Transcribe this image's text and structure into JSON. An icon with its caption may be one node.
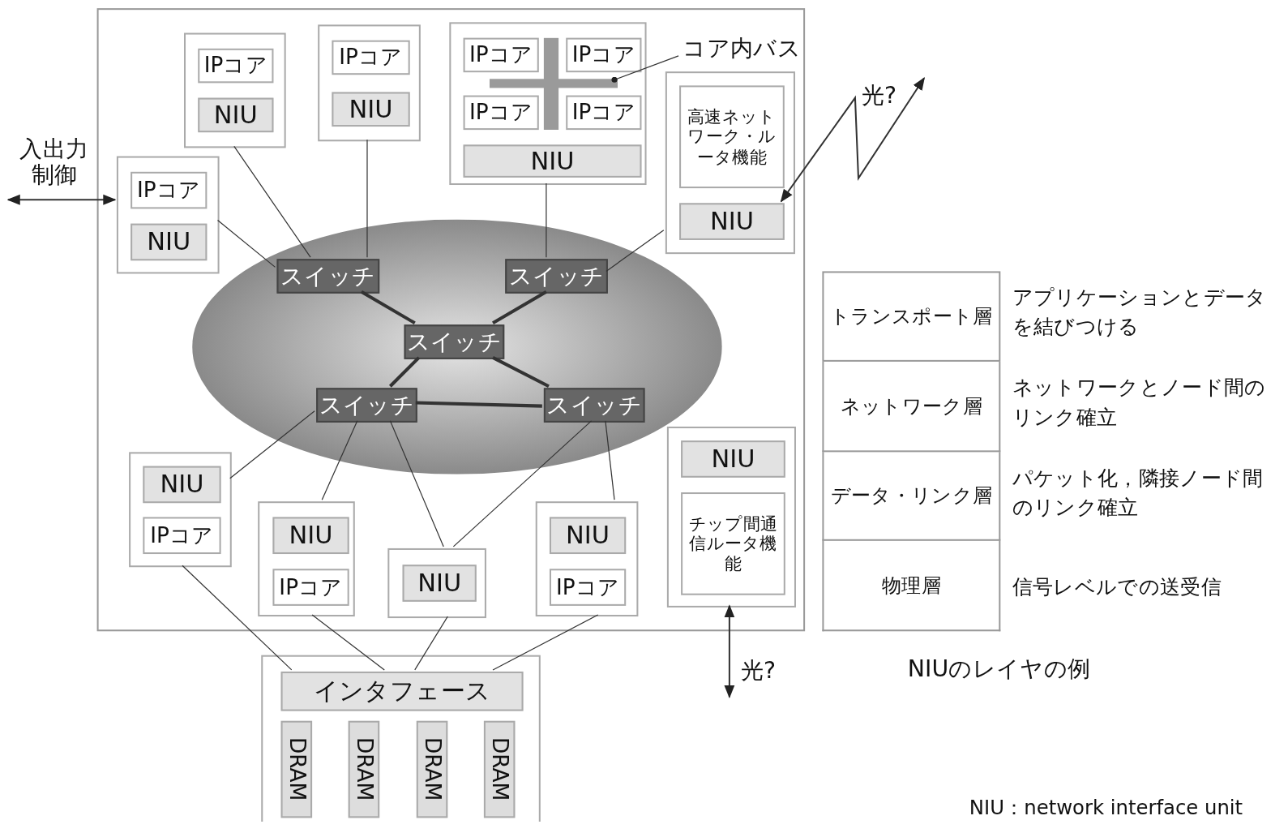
{
  "diagram": {
    "nodes": [
      {
        "text": [],
        "shape": "box"
      },
      {
        "text": [],
        "shape": "ellipse",
        "in": 0
      },
      {
        "text": [],
        "shape": "box",
        "in": 0
      },
      {
        "text": [
          "IPコア"
        ],
        "in": 2
      },
      {
        "text": [
          "NIU"
        ],
        "in": 2
      },
      {
        "text": [],
        "shape": "box",
        "in": 0
      },
      {
        "text": [
          "IPコア"
        ],
        "in": 5
      },
      {
        "text": [
          "NIU"
        ],
        "in": 5
      },
      {
        "text": [],
        "shape": "box",
        "in": 0
      },
      {
        "text": [
          "IPコア"
        ],
        "in": 8
      },
      {
        "text": [
          "IPコア"
        ],
        "in": 8
      },
      {
        "text": [
          "IPコア"
        ],
        "in": 8
      },
      {
        "text": [
          "IPコア"
        ],
        "in": 8
      },
      {
        "text": [
          "NIU"
        ],
        "in": 8
      },
      {
        "text": [],
        "shape": "cross",
        "in": 8
      },
      {
        "text": [
          "コア内バス"
        ],
        "in": 0
      },
      {
        "text": [],
        "shape": "box",
        "in": 0
      },
      {
        "text": [
          "高速ネットワーク・ルータ機能"
        ],
        "in": 16
      },
      {
        "text": [
          "NIU"
        ],
        "in": 16
      },
      {
        "text": [],
        "shape": "box",
        "in": 0
      },
      {
        "text": [
          "IPコア"
        ],
        "in": 19
      },
      {
        "text": [
          "NIU"
        ],
        "in": 19
      },
      {
        "text": [
          "スイッチ"
        ],
        "in": 1
      },
      {
        "text": [
          "スイッチ"
        ],
        "in": 1
      },
      {
        "text": [
          "スイッチ"
        ],
        "in": 1
      },
      {
        "text": [
          "スイッチ"
        ],
        "in": 1
      },
      {
        "text": [
          "スイッチ"
        ],
        "in": 1
      },
      {
        "text": [],
        "shape": "box",
        "in": 0
      },
      {
        "text": [
          "NIU"
        ],
        "in": 27
      },
      {
        "text": [
          "IPコア"
        ],
        "in": 27
      },
      {
        "text": [],
        "shape": "box",
        "in": 0
      },
      {
        "text": [
          "NIU"
        ],
        "in": 30
      },
      {
        "text": [
          "IPコア"
        ],
        "in": 30
      },
      {
        "text": [],
        "shape": "box",
        "in": 0
      },
      {
        "text": [
          "NIU"
        ],
        "in": 33
      },
      {
        "text": [],
        "shape": "box",
        "in": 0
      },
      {
        "text": [
          "NIU"
        ],
        "in": 35
      },
      {
        "text": [
          "IPコア"
        ],
        "in": 35
      },
      {
        "text": [],
        "shape": "box",
        "in": 0
      },
      {
        "text": [
          "NIU"
        ],
        "in": 38
      },
      {
        "text": [
          "チップ間通信ルータ機能"
        ],
        "in": 38
      },
      {
        "text": [],
        "shape": "box"
      },
      {
        "text": [
          "インタフェース"
        ],
        "in": 41
      },
      {
        "text": [
          "DRAM"
        ],
        "in": 41
      },
      {
        "text": [
          "DRAM"
        ],
        "in": 41
      },
      {
        "text": [
          "DRAM"
        ],
        "in": 41
      },
      {
        "text": [
          "DRAM"
        ],
        "in": 41
      }
    ],
    "edges": [
      {
        "from": null,
        "to": 19,
        "arrow": "both",
        "label": "入出力制御"
      },
      {
        "from": 2,
        "to": 22,
        "arrow": "none"
      },
      {
        "from": 5,
        "to": 22,
        "arrow": "none"
      },
      {
        "from": 19,
        "to": 22,
        "arrow": "none"
      },
      {
        "from": 8,
        "to": 23,
        "arrow": "none"
      },
      {
        "from": 16,
        "to": 23,
        "arrow": "none"
      },
      {
        "from": 22,
        "to": 24,
        "arrow": "none",
        "style": "thick"
      },
      {
        "from": 23,
        "to": 24,
        "arrow": "none",
        "style": "thick"
      },
      {
        "from": 24,
        "to": 25,
        "arrow": "none",
        "style": "thick"
      },
      {
        "from": 24,
        "to": 26,
        "arrow": "none",
        "style": "thick"
      },
      {
        "from": 25,
        "to": 26,
        "arrow": "none",
        "style": "thick"
      },
      {
        "from": 25,
        "to": 27,
        "arrow": "none"
      },
      {
        "from": 25,
        "to": 30,
        "arrow": "none"
      },
      {
        "from": 25,
        "to": 33,
        "arrow": "none"
      },
      {
        "from": 26,
        "to": 33,
        "arrow": "none"
      },
      {
        "from": 26,
        "to": 35,
        "arrow": "none"
      },
      {
        "from": 27,
        "to": 42,
        "arrow": "none"
      },
      {
        "from": 30,
        "to": 42,
        "arrow": "none"
      },
      {
        "from": 33,
        "to": 42,
        "arrow": "none"
      },
      {
        "from": 35,
        "to": 42,
        "arrow": "none"
      },
      {
        "from": 15,
        "to": 14,
        "arrow": "other"
      },
      {
        "from": 18,
        "to": null,
        "arrow": "both",
        "label": "光?"
      },
      {
        "from": 38,
        "to": null,
        "arrow": "both",
        "label": "光?"
      }
    ],
    "labels": [
      "トランスポート層",
      "アプリケーションとデータを結びつける",
      "ネットワーク層",
      "ネットワークとノード間のリンク確立",
      "データ・リンク層",
      "パケット化，隣接ノード間のリンク確立",
      "物理層",
      "信号レベルでの送受信",
      "NIUのレイヤの例",
      "NIU：network interface unit"
    ]
  }
}
